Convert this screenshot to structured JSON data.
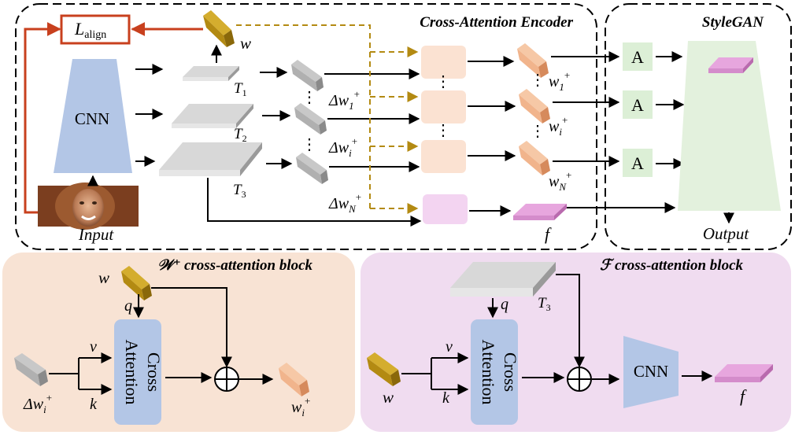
{
  "top": {
    "encoder_title": "Cross-Attention Encoder",
    "stylegan_title": "StyleGAN",
    "loss_label": "L",
    "loss_sub": "align",
    "cnn_label": "CNN",
    "input_label": "Input",
    "output_label": "Output",
    "w_label": "w",
    "t1": "T",
    "t1_sub": "1",
    "t2": "T",
    "t2_sub": "2",
    "t3": "T",
    "t3_sub": "3",
    "dw1": "Δw",
    "dw1_sub": "1",
    "dw1_sup": "+",
    "dwi": "Δw",
    "dwi_sub": "i",
    "dwi_sup": "+",
    "dwN": "Δw",
    "dwN_sub": "N",
    "dwN_sup": "+",
    "w1": "w",
    "w1_sub": "1",
    "w1_sup": "+",
    "wi": "w",
    "wi_sub": "i",
    "wi_sup": "+",
    "wN": "w",
    "wN_sub": "N",
    "wN_sup": "+",
    "f_label": "f",
    "a_label": "A",
    "dots": "⋮"
  },
  "bottom_left": {
    "title_sym": "𝒲⁺",
    "title": "cross-attention block",
    "w_label": "w",
    "q_label": "q",
    "v_label": "v",
    "k_label": "k",
    "cross": "Cross",
    "attention": "Attention",
    "dwi": "Δw",
    "dwi_sub": "i",
    "dwi_sup": "+",
    "wi": "w",
    "wi_sub": "i",
    "wi_sup": "+",
    "plus": "⊕"
  },
  "bottom_right": {
    "title_sym": "ℱ",
    "title": "cross-attention block",
    "t3": "T",
    "t3_sub": "3",
    "q_label": "q",
    "v_label": "v",
    "k_label": "k",
    "w_label": "w",
    "cross": "Cross",
    "attention": "Attention",
    "cnn_label": "CNN",
    "f_label": "f"
  },
  "colors": {
    "red": "#c8401e",
    "gold": "#b38a12",
    "orange_panel": "#f8e3d4",
    "pink_panel": "#f0dcf0",
    "cnn_blue": "#b3c6e6",
    "green": "#e3f1dd",
    "peach": "#f1b48c",
    "pink_block": "#e7a6de"
  }
}
